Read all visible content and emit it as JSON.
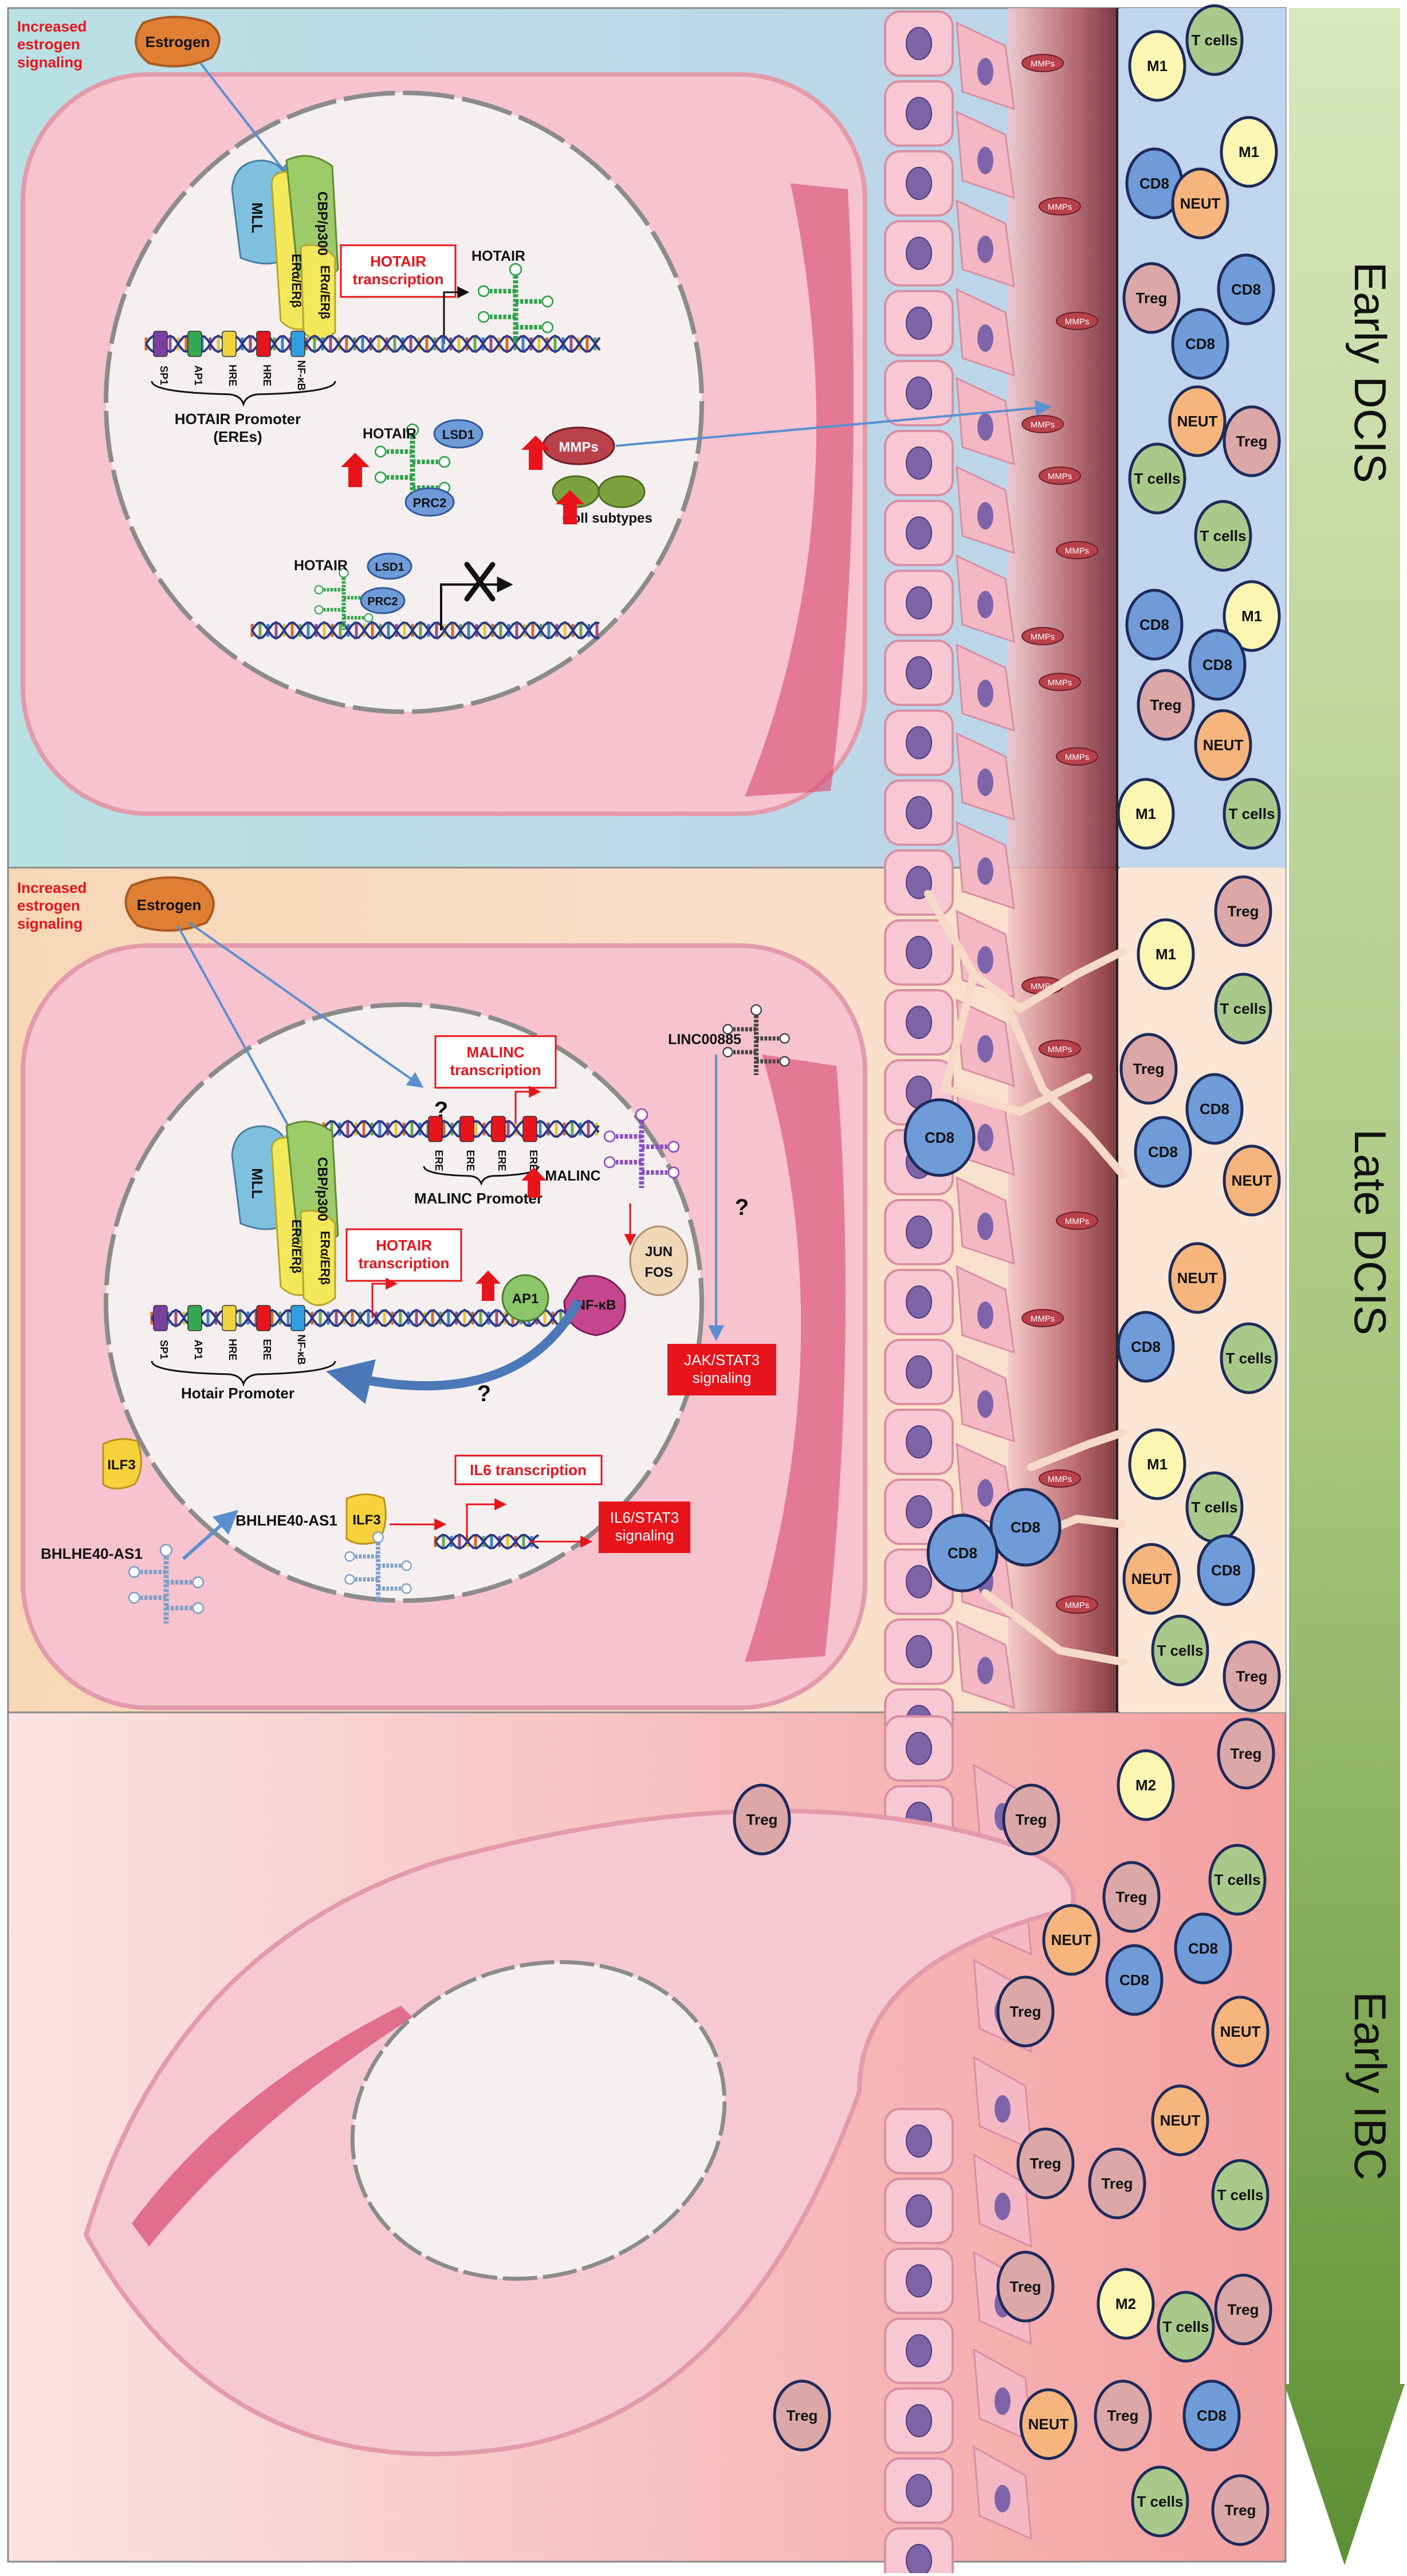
{
  "stages": {
    "early_dcis": "Early DCIS",
    "late_dcis": "Late DCIS",
    "early_ibc": "Early IBC"
  },
  "notes": {
    "estrogen_signaling_early": "Increased\nestrogen\nsignaling",
    "estrogen_signaling_late": "Increased\nestrogen\nsignaling"
  },
  "molecules": {
    "estrogen": "Estrogen",
    "mll": "MLL",
    "cbp": "CBP/p300",
    "er": "ERα/ERβ",
    "hotair": "HOTAIR",
    "lsd1": "LSD1",
    "prc2": "PRC2",
    "mmps": "MMPs",
    "coll_subtypes": "Coll subtypes",
    "linc00885": "LINC00885",
    "malinc": "MALINC",
    "ap1": "AP1",
    "nfkb": "NF-κB",
    "jun": "JUN",
    "fos": "FOS",
    "ilf3": "ILF3",
    "bhlhe40": "BHLHE40-AS1"
  },
  "boxes": {
    "hotair_transcription_early": "HOTAIR\ntranscription",
    "malinc_transcription": "MALINC\ntranscription",
    "hotair_transcription_late": "HOTAIR\ntranscription",
    "il6_transcription": "IL6 transcription",
    "jak_stat3": "JAK/STAT3\nsignaling",
    "il6_stat3": "IL6/STAT3\nsignaling"
  },
  "promoters": {
    "hotair_eres": "HOTAIR Promoter\n(EREs)",
    "malinc": "MALINC Promoter",
    "hotair_late": "Hotair Promoter"
  },
  "elements": {
    "early": [
      "SP1",
      "AP1",
      "HRE",
      "HRE",
      "NF-κB"
    ],
    "late": [
      "SP1",
      "AP1",
      "HRE",
      "ERE",
      "NF-κB"
    ],
    "malinc": [
      "ERE",
      "ERE",
      "ERE",
      "ERE"
    ]
  },
  "question_mark": "?",
  "cells": {
    "M1": "M1",
    "M2": "M2",
    "T": "T cells",
    "CD8": "CD8",
    "NEUT": "NEUT",
    "Treg": "Treg"
  },
  "colors": {
    "M1": "#fbf7b2",
    "M2": "#fbf7b2",
    "T": "#a9c98b",
    "CD8": "#6f9bd8",
    "NEUT": "#f6b57c",
    "Treg": "#dba7a7",
    "alert": "#e8141b",
    "arrow": "#5b8fd0"
  }
}
